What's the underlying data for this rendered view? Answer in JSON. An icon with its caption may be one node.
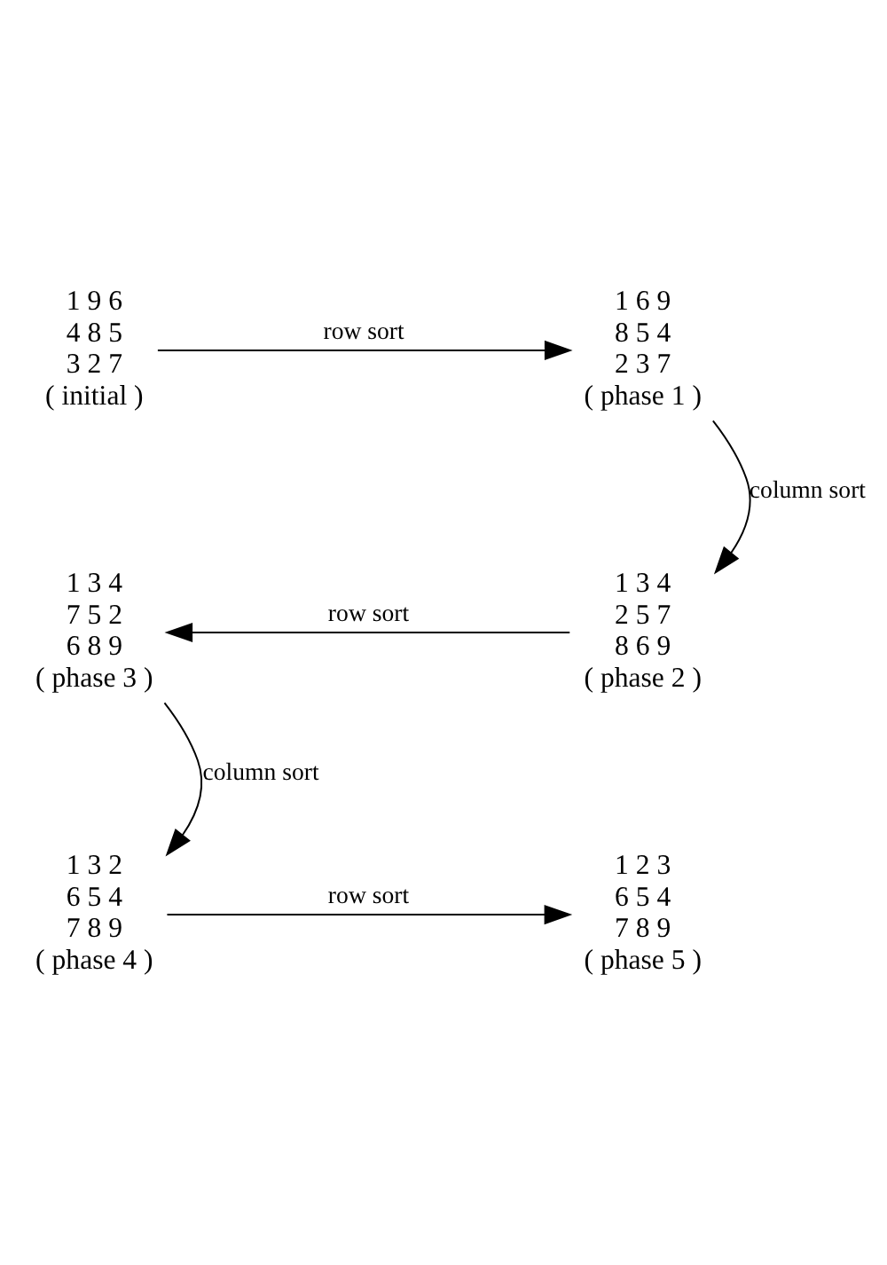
{
  "diagram": {
    "nodes": [
      {
        "text": [
          "1 9 6",
          "4 8 5",
          "3 2 7",
          "( initial )"
        ]
      },
      {
        "text": [
          "1 6 9",
          "8 5 4",
          "2 3 7",
          "( phase 1 )"
        ]
      },
      {
        "text": [
          "1 3 4",
          "7 5 2",
          "6 8 9",
          "( phase 3 )"
        ]
      },
      {
        "text": [
          "1 3 4",
          "2 5 7",
          "8 6 9",
          "( phase 2 )"
        ]
      },
      {
        "text": [
          "1 3 2",
          "6 5 4",
          "7 8 9",
          "( phase 4 )"
        ]
      },
      {
        "text": [
          "1 2 3",
          "6 5 4",
          "7 8 9",
          "( phase 5 )"
        ]
      }
    ],
    "edges": [
      {
        "from": 0,
        "to": 1,
        "arrow": "to",
        "label": "row sort"
      },
      {
        "from": 1,
        "to": 3,
        "arrow": "to",
        "label": "column sort"
      },
      {
        "from": 3,
        "to": 2,
        "arrow": "to",
        "label": "row sort"
      },
      {
        "from": 2,
        "to": 4,
        "arrow": "to",
        "label": "column sort"
      },
      {
        "from": 4,
        "to": 5,
        "arrow": "to",
        "label": "row sort"
      }
    ]
  }
}
